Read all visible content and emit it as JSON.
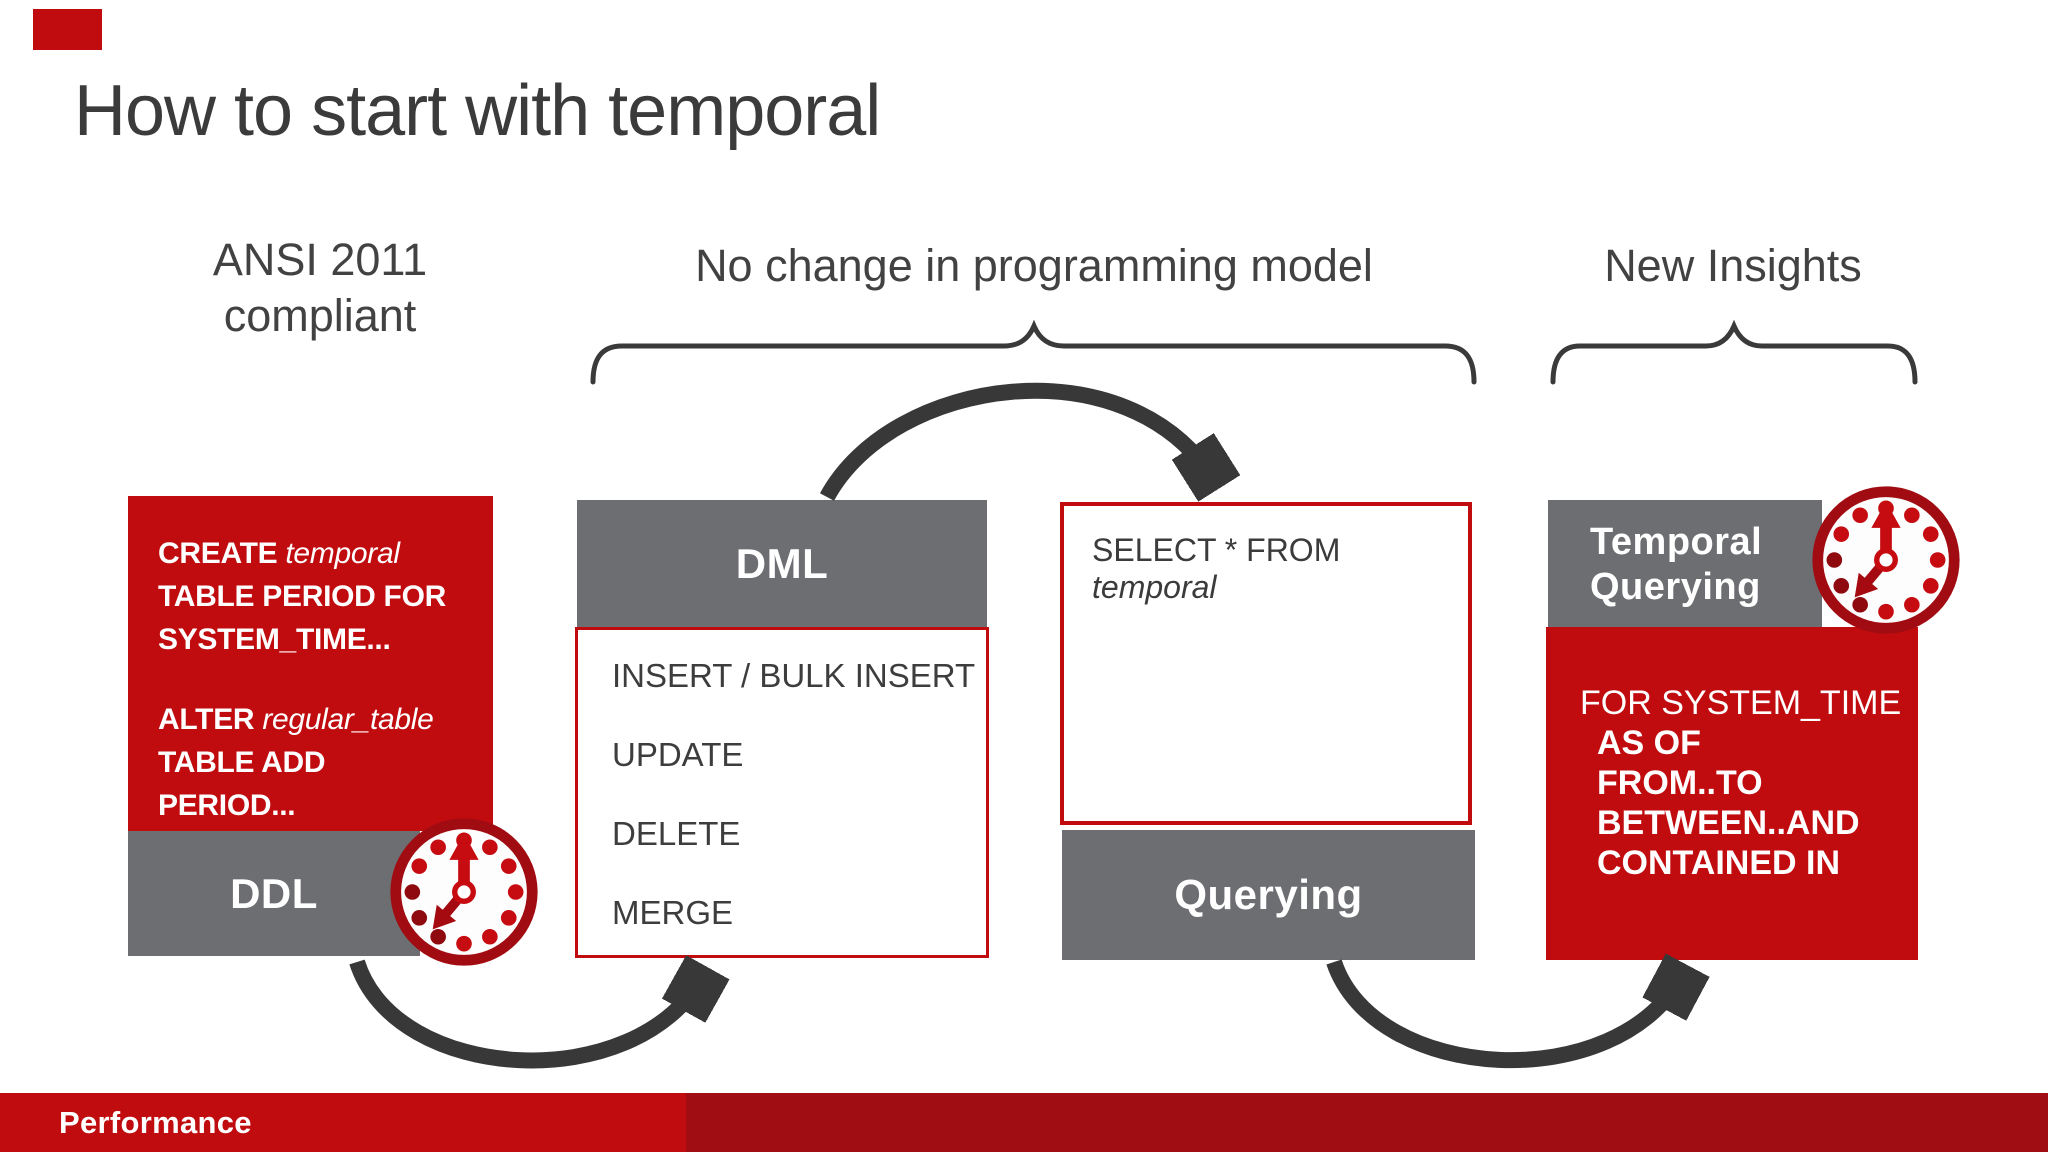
{
  "colors": {
    "red": "#c00b0f",
    "dark_red": "#a00d12",
    "gray": "#6d6e71",
    "arrow": "#383838"
  },
  "title": "How to start with temporal",
  "columns": {
    "ansi": {
      "line1": "ANSI 2011",
      "line2": "compliant"
    },
    "programming": {
      "label": "No change in programming model"
    },
    "insights": {
      "label": "New Insights"
    }
  },
  "ddl": {
    "create_keyword": "CREATE",
    "create_arg": "temporal",
    "create_line2": "TABLE PERIOD FOR",
    "create_line3": "SYSTEM_TIME...",
    "alter_keyword": "ALTER",
    "alter_arg": "regular_table",
    "alter_line2": "TABLE ADD",
    "alter_line3": "PERIOD...",
    "label": "DDL"
  },
  "dml": {
    "label": "DML",
    "items": [
      "INSERT / BULK INSERT",
      "UPDATE",
      "DELETE",
      "MERGE"
    ]
  },
  "querying": {
    "select_prefix": "SELECT * FROM ",
    "select_arg": "temporal",
    "label": "Querying"
  },
  "temporal_querying": {
    "label_line1": "Temporal",
    "label_line2": "Querying",
    "intro": "FOR SYSTEM_TIME",
    "options": [
      "AS OF",
      "FROM..TO",
      "BETWEEN..AND",
      "CONTAINED IN"
    ]
  },
  "footer": {
    "label": "Performance"
  }
}
